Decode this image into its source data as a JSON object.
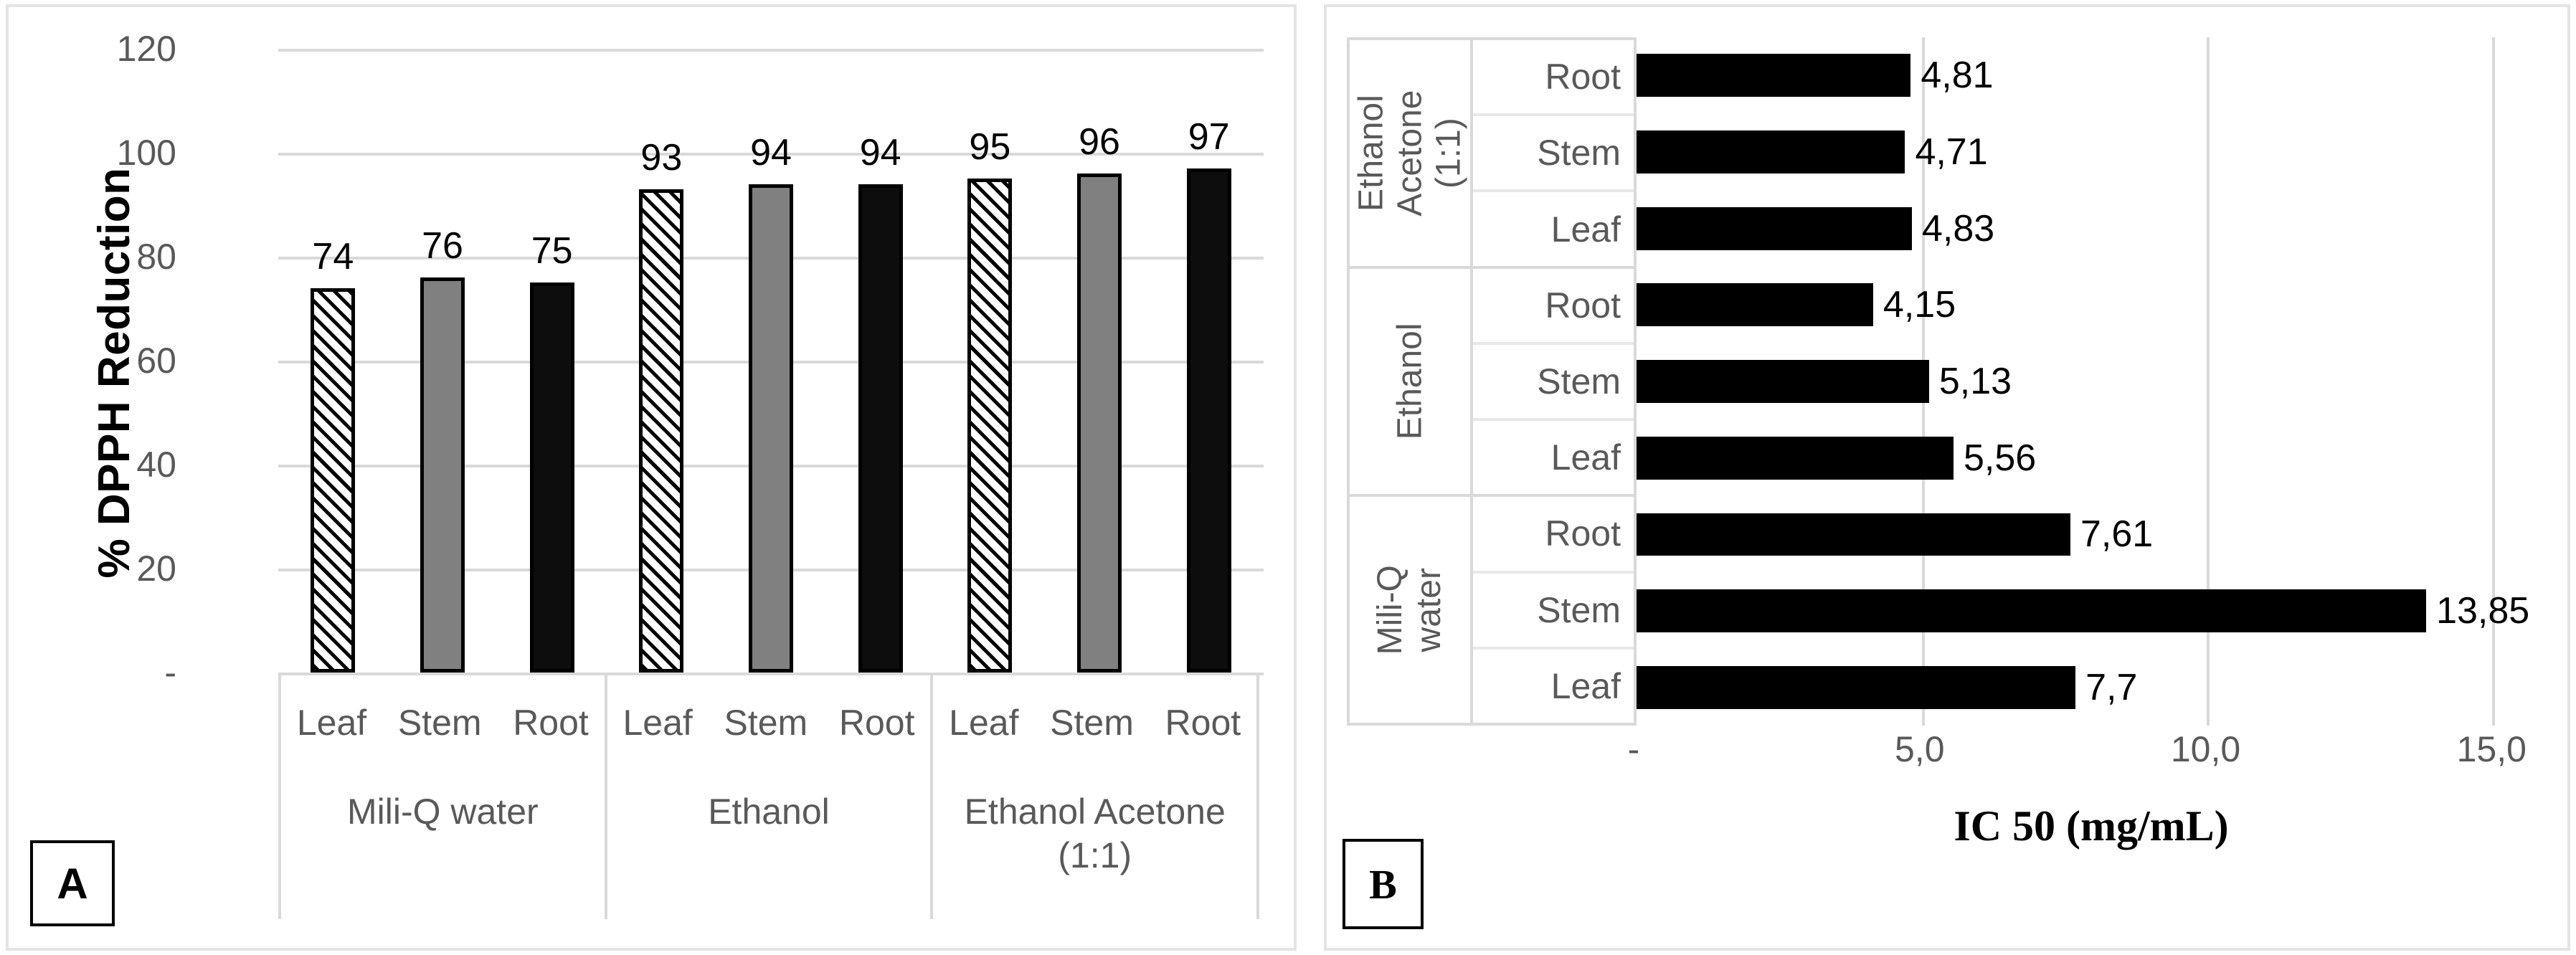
{
  "panel_a": {
    "tag": "A",
    "y_axis_title": "% DPPH Reduction",
    "y_ticks": [
      "120",
      "100",
      "80",
      "60",
      "40",
      "20",
      "-"
    ],
    "tissue_labels": [
      "Leaf",
      "Stem",
      "Root"
    ],
    "solvent_labels": [
      "Mili-Q water",
      "Ethanol",
      "Ethanol Acetone (1:1)"
    ],
    "chart_data": {
      "type": "bar",
      "title": "",
      "xlabel": "",
      "ylabel": "% DPPH Reduction",
      "ylim": [
        0,
        120
      ],
      "yticks": [
        0,
        20,
        40,
        60,
        80,
        100,
        120
      ],
      "ytick_labels": [
        "-",
        "20",
        "40",
        "60",
        "80",
        "100",
        "120"
      ],
      "grid": true,
      "legend": "none",
      "categories": [
        "Mili-Q water",
        "Ethanol",
        "Ethanol Acetone (1:1)"
      ],
      "series": [
        {
          "name": "Leaf",
          "pattern": "diagonal-hatch",
          "color": "#ffffff",
          "values": [
            74,
            93,
            95
          ]
        },
        {
          "name": "Stem",
          "pattern": "solid",
          "color": "#808080",
          "values": [
            76,
            94,
            96
          ]
        },
        {
          "name": "Root",
          "pattern": "solid",
          "color": "#0d0d0d",
          "values": [
            75,
            94,
            97
          ]
        }
      ],
      "bars": [
        {
          "solvent": "Mili-Q water",
          "tissue": "Leaf",
          "value": 74,
          "label": "74",
          "style": "hatch"
        },
        {
          "solvent": "Mili-Q water",
          "tissue": "Stem",
          "value": 76,
          "label": "76",
          "style": "gray"
        },
        {
          "solvent": "Mili-Q water",
          "tissue": "Root",
          "value": 75,
          "label": "75",
          "style": "solid"
        },
        {
          "solvent": "Ethanol",
          "tissue": "Leaf",
          "value": 93,
          "label": "93",
          "style": "hatch"
        },
        {
          "solvent": "Ethanol",
          "tissue": "Stem",
          "value": 94,
          "label": "94",
          "style": "gray"
        },
        {
          "solvent": "Ethanol",
          "tissue": "Root",
          "value": 94,
          "label": "94",
          "style": "solid"
        },
        {
          "solvent": "Ethanol Acetone (1:1)",
          "tissue": "Leaf",
          "value": 95,
          "label": "95",
          "style": "hatch"
        },
        {
          "solvent": "Ethanol Acetone (1:1)",
          "tissue": "Stem",
          "value": 96,
          "label": "96",
          "style": "gray"
        },
        {
          "solvent": "Ethanol Acetone (1:1)",
          "tissue": "Root",
          "value": 97,
          "label": "97",
          "style": "solid"
        }
      ]
    }
  },
  "panel_b": {
    "tag": "B",
    "x_axis_title": "IC 50 (mg/mL)",
    "x_ticks": [
      "-",
      "5,0",
      "10,0",
      "15,0"
    ],
    "groups": [
      {
        "solvent": "Ethanol Acetone (1:1)",
        "solvent_lines": [
          "Ethanol",
          "Acetone",
          "(1:1)"
        ]
      },
      {
        "solvent": "Ethanol",
        "solvent_lines": [
          "Ethanol"
        ]
      },
      {
        "solvent": "Mili-Q water",
        "solvent_lines": [
          "Mili-Q",
          "water"
        ]
      }
    ],
    "chart_data": {
      "type": "bar",
      "orientation": "horizontal",
      "title": "",
      "xlabel": "IC 50 (mg/mL)",
      "ylabel": "",
      "xlim": [
        0,
        16
      ],
      "xticks": [
        0,
        5,
        10,
        15
      ],
      "xtick_labels": [
        "-",
        "5,0",
        "10,0",
        "15,0"
      ],
      "grid": true,
      "legend": "none",
      "bar_color": "#000000",
      "rows": [
        {
          "solvent": "Ethanol Acetone (1:1)",
          "tissue": "Root",
          "value": 4.81,
          "label": "4,81"
        },
        {
          "solvent": "Ethanol Acetone (1:1)",
          "tissue": "Stem",
          "value": 4.71,
          "label": "4,71"
        },
        {
          "solvent": "Ethanol Acetone (1:1)",
          "tissue": "Leaf",
          "value": 4.83,
          "label": "4,83"
        },
        {
          "solvent": "Ethanol",
          "tissue": "Root",
          "value": 4.15,
          "label": "4,15"
        },
        {
          "solvent": "Ethanol",
          "tissue": "Stem",
          "value": 5.13,
          "label": "5,13"
        },
        {
          "solvent": "Ethanol",
          "tissue": "Leaf",
          "value": 5.56,
          "label": "5,56"
        },
        {
          "solvent": "Mili-Q water",
          "tissue": "Root",
          "value": 7.61,
          "label": "7,61"
        },
        {
          "solvent": "Mili-Q water",
          "tissue": "Stem",
          "value": 13.85,
          "label": "13,85"
        },
        {
          "solvent": "Mili-Q water",
          "tissue": "Leaf",
          "value": 7.7,
          "label": "7,7"
        }
      ]
    }
  }
}
